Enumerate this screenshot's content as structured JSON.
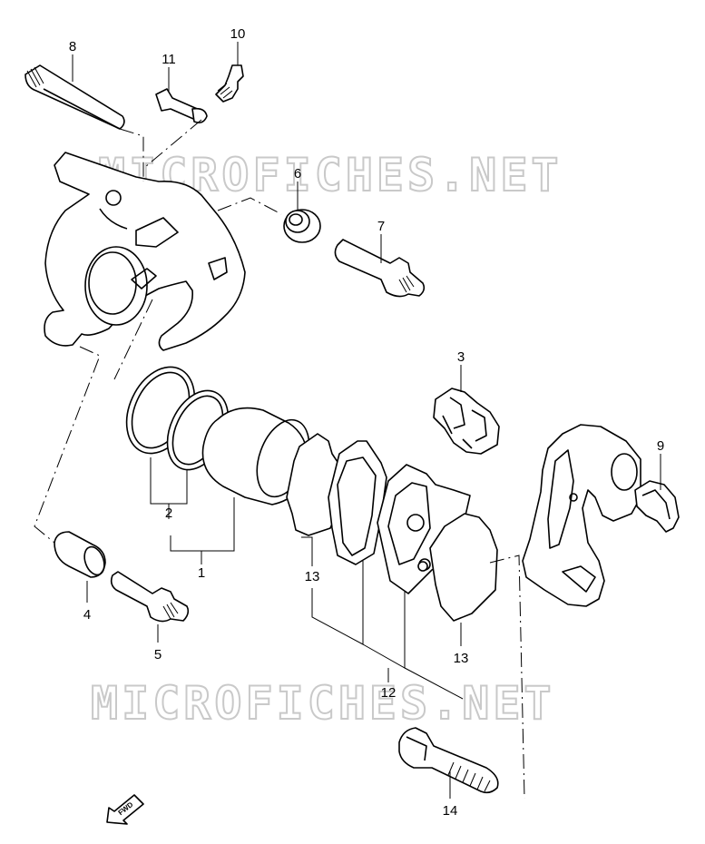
{
  "watermark_text": "MICROFICHES.NET",
  "callouts": {
    "c1": "1",
    "c2": "2",
    "c3": "3",
    "c4": "4",
    "c5": "5",
    "c6": "6",
    "c7": "7",
    "c8": "8",
    "c9": "9",
    "c10": "10",
    "c11": "11",
    "c12": "12",
    "c13a": "13",
    "c13b": "13",
    "c14": "14"
  },
  "fwd_label": "FWD"
}
